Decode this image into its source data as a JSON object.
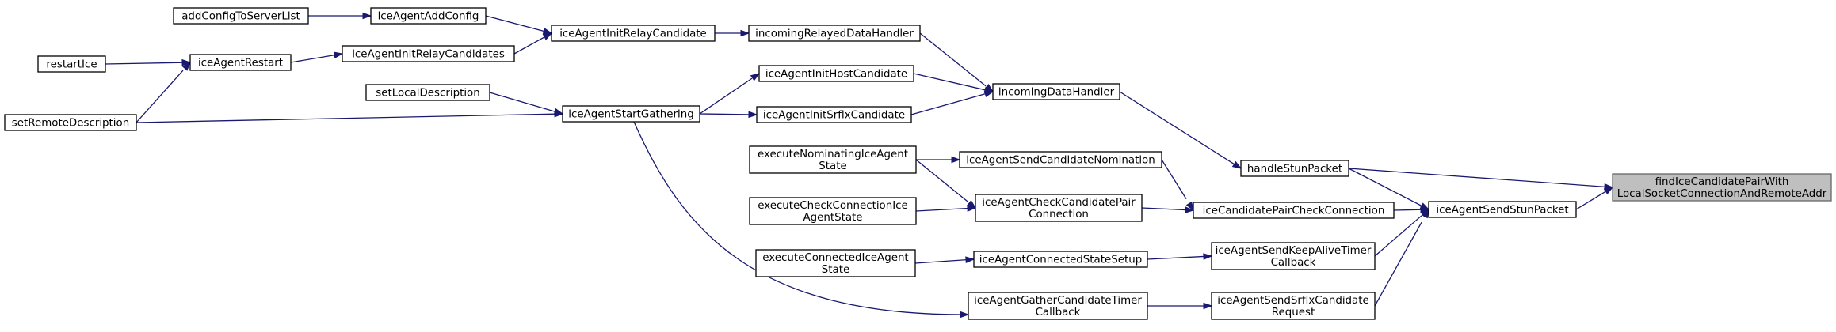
{
  "graph": {
    "nodes": {
      "addConfigToServerList": [
        "addConfigToServerList"
      ],
      "iceAgentAddConfig": [
        "iceAgentAddConfig"
      ],
      "iceAgentInitRelayCandidate": [
        "iceAgentInitRelayCandidate"
      ],
      "incomingRelayedDataHandler": [
        "incomingRelayedDataHandler"
      ],
      "restartIce": [
        "restartIce"
      ],
      "iceAgentRestart": [
        "iceAgentRestart"
      ],
      "iceAgentInitRelayCandidates": [
        "iceAgentInitRelayCandidates"
      ],
      "setRemoteDescription": [
        "setRemoteDescription"
      ],
      "setLocalDescription": [
        "setLocalDescription"
      ],
      "iceAgentStartGathering": [
        "iceAgentStartGathering"
      ],
      "iceAgentInitHostCandidate": [
        "iceAgentInitHostCandidate"
      ],
      "iceAgentInitSrflxCandidate": [
        "iceAgentInitSrflxCandidate"
      ],
      "incomingDataHandler": [
        "incomingDataHandler"
      ],
      "executeNominatingIceAgentState": [
        "executeNominatingIceAgent",
        "State"
      ],
      "iceAgentSendCandidateNomination": [
        "iceAgentSendCandidateNomination"
      ],
      "executeCheckConnectionIceAgentState": [
        "executeCheckConnectionIce",
        "AgentState"
      ],
      "iceAgentCheckCandidatePairConnection": [
        "iceAgentCheckCandidatePair",
        "Connection"
      ],
      "executeConnectedIceAgentState": [
        "executeConnectedIceAgent",
        "State"
      ],
      "iceAgentConnectedStateSetup": [
        "iceAgentConnectedStateSetup"
      ],
      "iceAgentGatherCandidateTimerCallback": [
        "iceAgentGatherCandidateTimer",
        "Callback"
      ],
      "handleStunPacket": [
        "handleStunPacket"
      ],
      "iceCandidatePairCheckConnection": [
        "iceCandidatePairCheckConnection"
      ],
      "iceAgentSendKeepAliveTimerCallback": [
        "iceAgentSendKeepAliveTimer",
        "Callback"
      ],
      "iceAgentSendSrflxCandidateRequest": [
        "iceAgentSendSrflxCandidate",
        "Request"
      ],
      "iceAgentSendStunPacket": [
        "iceAgentSendStunPacket"
      ],
      "findIceCandidatePairWithLocalSocketConnectionAndRemoteAddr": [
        "findIceCandidatePairWith",
        "LocalSocketConnectionAndRemoteAddr"
      ]
    },
    "root": "findIceCandidatePairWithLocalSocketConnectionAndRemoteAddr",
    "edges": [
      [
        "addConfigToServerList",
        "iceAgentAddConfig"
      ],
      [
        "iceAgentAddConfig",
        "iceAgentInitRelayCandidate"
      ],
      [
        "iceAgentInitRelayCandidates",
        "iceAgentInitRelayCandidate"
      ],
      [
        "iceAgentInitRelayCandidate",
        "incomingRelayedDataHandler"
      ],
      [
        "restartIce",
        "iceAgentRestart"
      ],
      [
        "setRemoteDescription",
        "iceAgentRestart"
      ],
      [
        "iceAgentRestart",
        "iceAgentInitRelayCandidates"
      ],
      [
        "setLocalDescription",
        "iceAgentStartGathering"
      ],
      [
        "setRemoteDescription",
        "iceAgentStartGathering"
      ],
      [
        "iceAgentStartGathering",
        "iceAgentInitHostCandidate"
      ],
      [
        "iceAgentStartGathering",
        "iceAgentInitSrflxCandidate"
      ],
      [
        "iceAgentStartGathering",
        "iceAgentGatherCandidateTimerCallback"
      ],
      [
        "incomingRelayedDataHandler",
        "incomingDataHandler"
      ],
      [
        "iceAgentInitHostCandidate",
        "incomingDataHandler"
      ],
      [
        "iceAgentInitSrflxCandidate",
        "incomingDataHandler"
      ],
      [
        "incomingDataHandler",
        "handleStunPacket"
      ],
      [
        "executeNominatingIceAgentState",
        "iceAgentSendCandidateNomination"
      ],
      [
        "executeNominatingIceAgentState",
        "iceAgentCheckCandidatePairConnection"
      ],
      [
        "executeCheckConnectionIceAgentState",
        "iceAgentCheckCandidatePairConnection"
      ],
      [
        "executeConnectedIceAgentState",
        "iceAgentConnectedStateSetup"
      ],
      [
        "iceAgentSendCandidateNomination",
        "iceCandidatePairCheckConnection"
      ],
      [
        "iceAgentCheckCandidatePairConnection",
        "iceCandidatePairCheckConnection"
      ],
      [
        "iceAgentConnectedStateSetup",
        "iceAgentSendKeepAliveTimerCallback"
      ],
      [
        "iceAgentGatherCandidateTimerCallback",
        "iceAgentSendSrflxCandidateRequest"
      ],
      [
        "handleStunPacket",
        "iceAgentSendStunPacket"
      ],
      [
        "iceCandidatePairCheckConnection",
        "iceAgentSendStunPacket"
      ],
      [
        "iceAgentSendKeepAliveTimerCallback",
        "iceAgentSendStunPacket"
      ],
      [
        "iceAgentSendSrflxCandidateRequest",
        "iceAgentSendStunPacket"
      ],
      [
        "handleStunPacket",
        "findIceCandidatePairWithLocalSocketConnectionAndRemoteAddr"
      ],
      [
        "iceAgentSendStunPacket",
        "findIceCandidatePairWithLocalSocketConnectionAndRemoteAddr"
      ]
    ]
  }
}
